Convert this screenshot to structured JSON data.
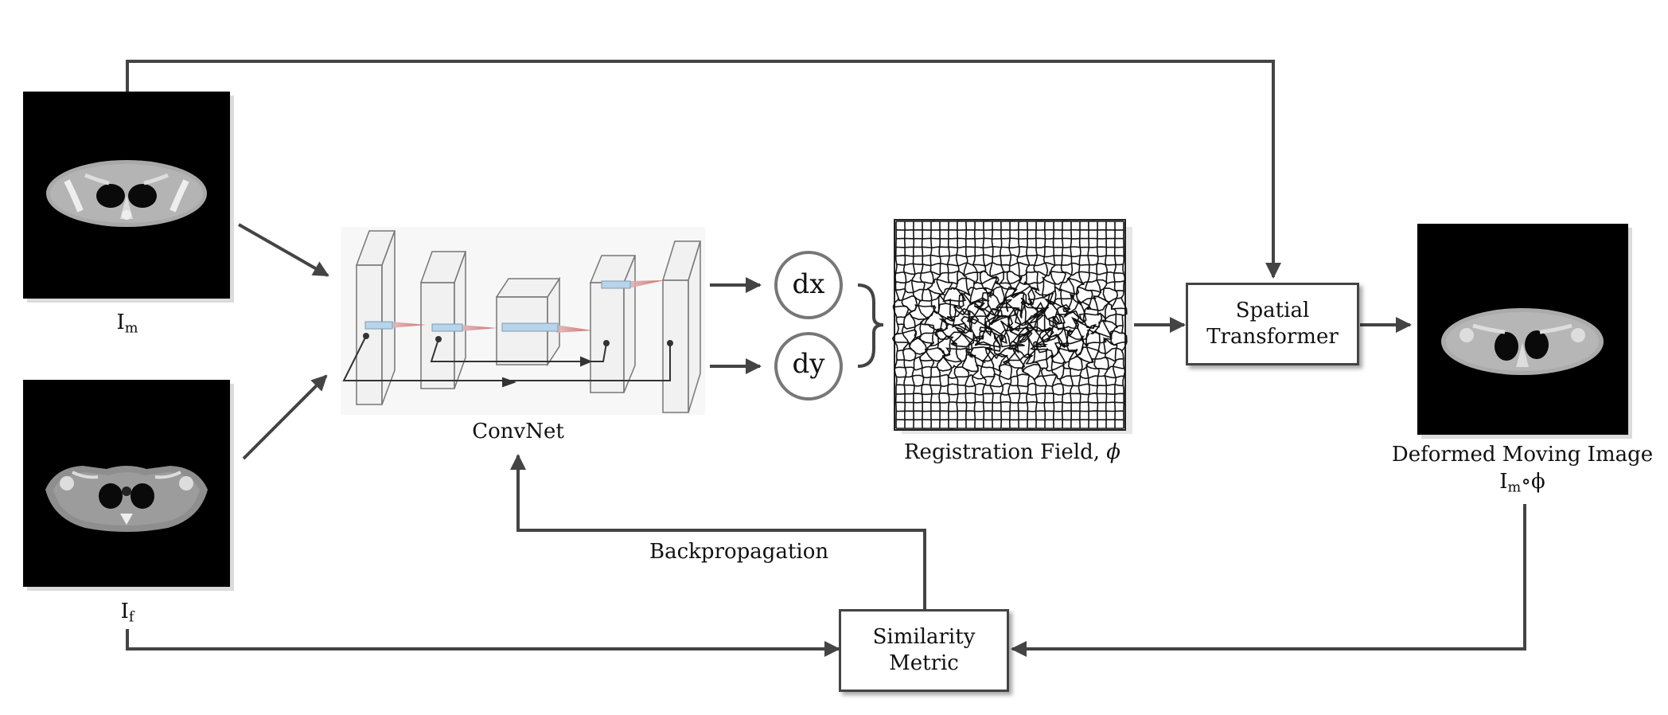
{
  "moving_image": {
    "label_main": "I",
    "label_sub": "m"
  },
  "fixed_image": {
    "label_main": "I",
    "label_sub": "f"
  },
  "convnet": {
    "label": "ConvNet"
  },
  "displacement": {
    "dx": "dx",
    "dy": "dy"
  },
  "registration_field": {
    "label": "Registration Field, ",
    "symbol": "ϕ"
  },
  "spatial_transformer": {
    "line1": "Spatial",
    "line2": "Transformer"
  },
  "deformed_image": {
    "label": "Deformed Moving Image",
    "formula_main": "I",
    "formula_sub": "m",
    "formula_rest": "∘ϕ"
  },
  "similarity_metric": {
    "line1": "Similarity",
    "line2": "Metric"
  },
  "backprop": {
    "label": "Backpropagation"
  },
  "colors": {
    "arrow": "#444444",
    "ct_background": "#000000",
    "box_border": "#444444"
  }
}
